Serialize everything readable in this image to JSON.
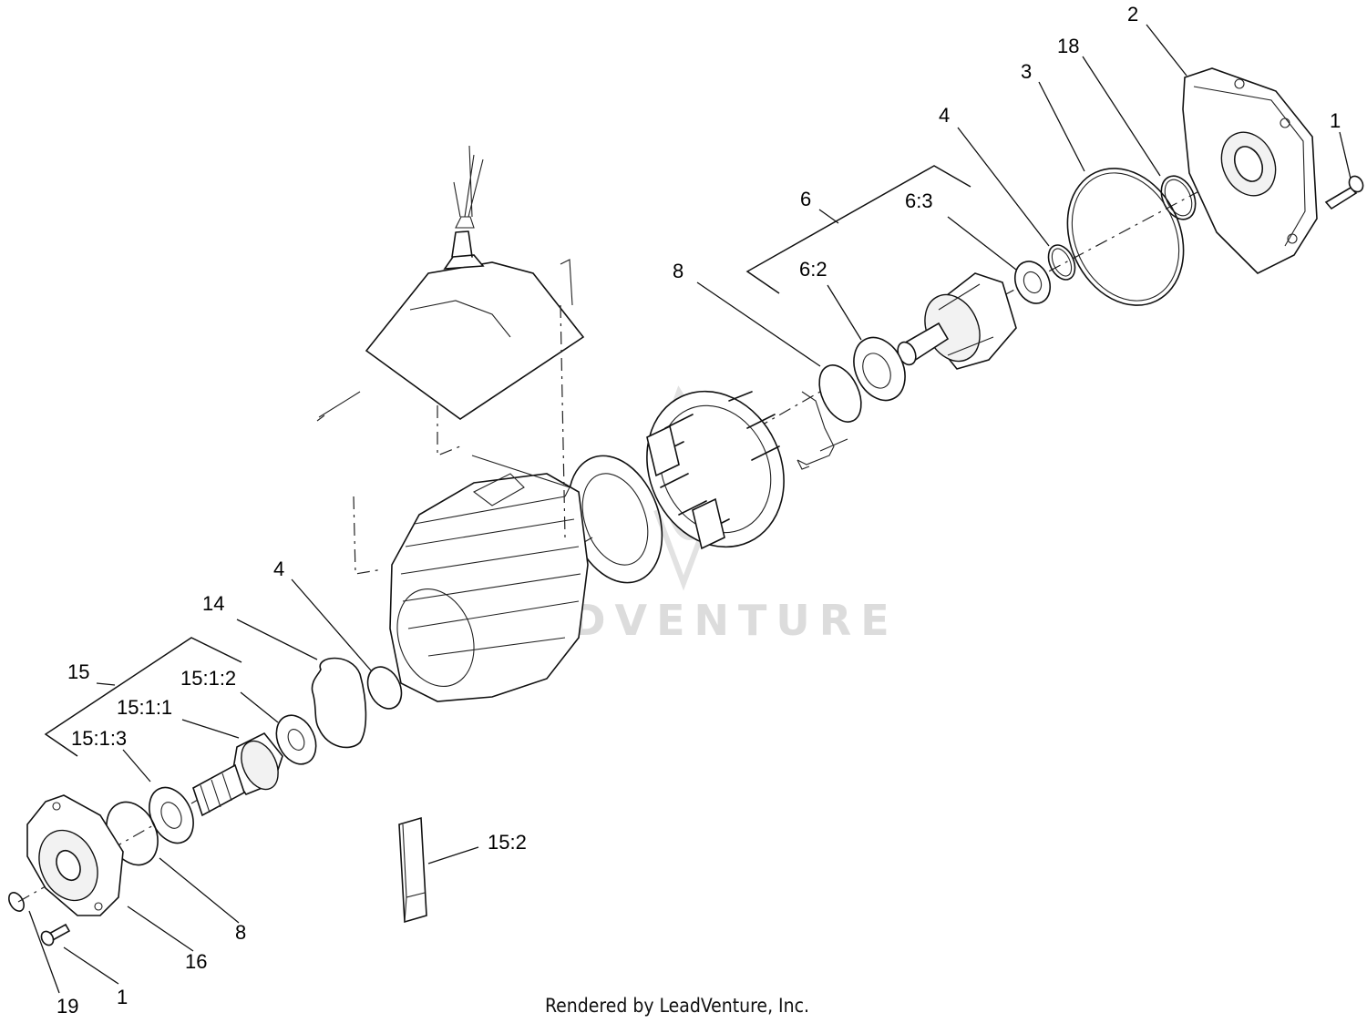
{
  "labels": {
    "l_2": "2",
    "l_18": "18",
    "l_3": "3",
    "l_1_top": "1",
    "l_4_top": "4",
    "l_6": "6",
    "l_6_3": "6:3",
    "l_6_2": "6:2",
    "l_8_top": "8",
    "l_4_mid": "4",
    "l_14": "14",
    "l_15": "15",
    "l_15_1_2": "15:1:2",
    "l_15_1_1": "15:1:1",
    "l_15_1_3": "15:1:3",
    "l_15_2": "15:2",
    "l_8_bottom": "8",
    "l_16": "16",
    "l_19": "19",
    "l_1_bottom": "1"
  },
  "footer": "Rendered by LeadVenture, Inc.",
  "watermark": "LEADVENTURE"
}
